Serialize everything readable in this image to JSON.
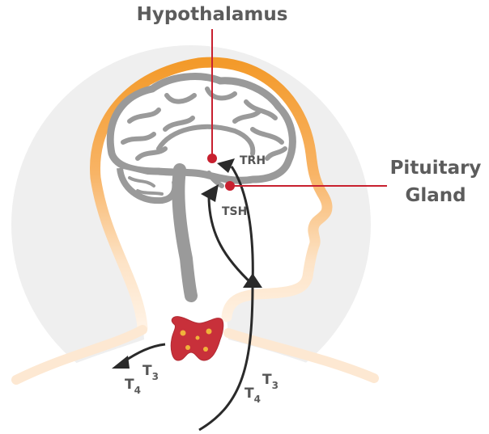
{
  "labels": {
    "hypothalamus": "Hypothalamus",
    "pituitary_line1": "Pituitary",
    "pituitary_line2": "Gland",
    "trh": "TRH",
    "tsh": "TSH",
    "t3_left_main": "T",
    "t3_left_sub": "3",
    "t4_left_main": "T",
    "t4_left_sub": "4",
    "t3_right_main": "T",
    "t3_right_sub": "3",
    "t4_right_main": "T",
    "t4_right_sub": "4"
  },
  "colors": {
    "pointer_red": "#c8202f",
    "head_outline_top": "#f39a2a",
    "head_outline_bottom": "#fde3c6",
    "brain_gray": "#9a9a9a",
    "thyroid_red": "#c8303a",
    "thyroid_spot": "#f0b23a",
    "arrow_dark": "#2a2a2a",
    "background_disc": "#efefef"
  }
}
